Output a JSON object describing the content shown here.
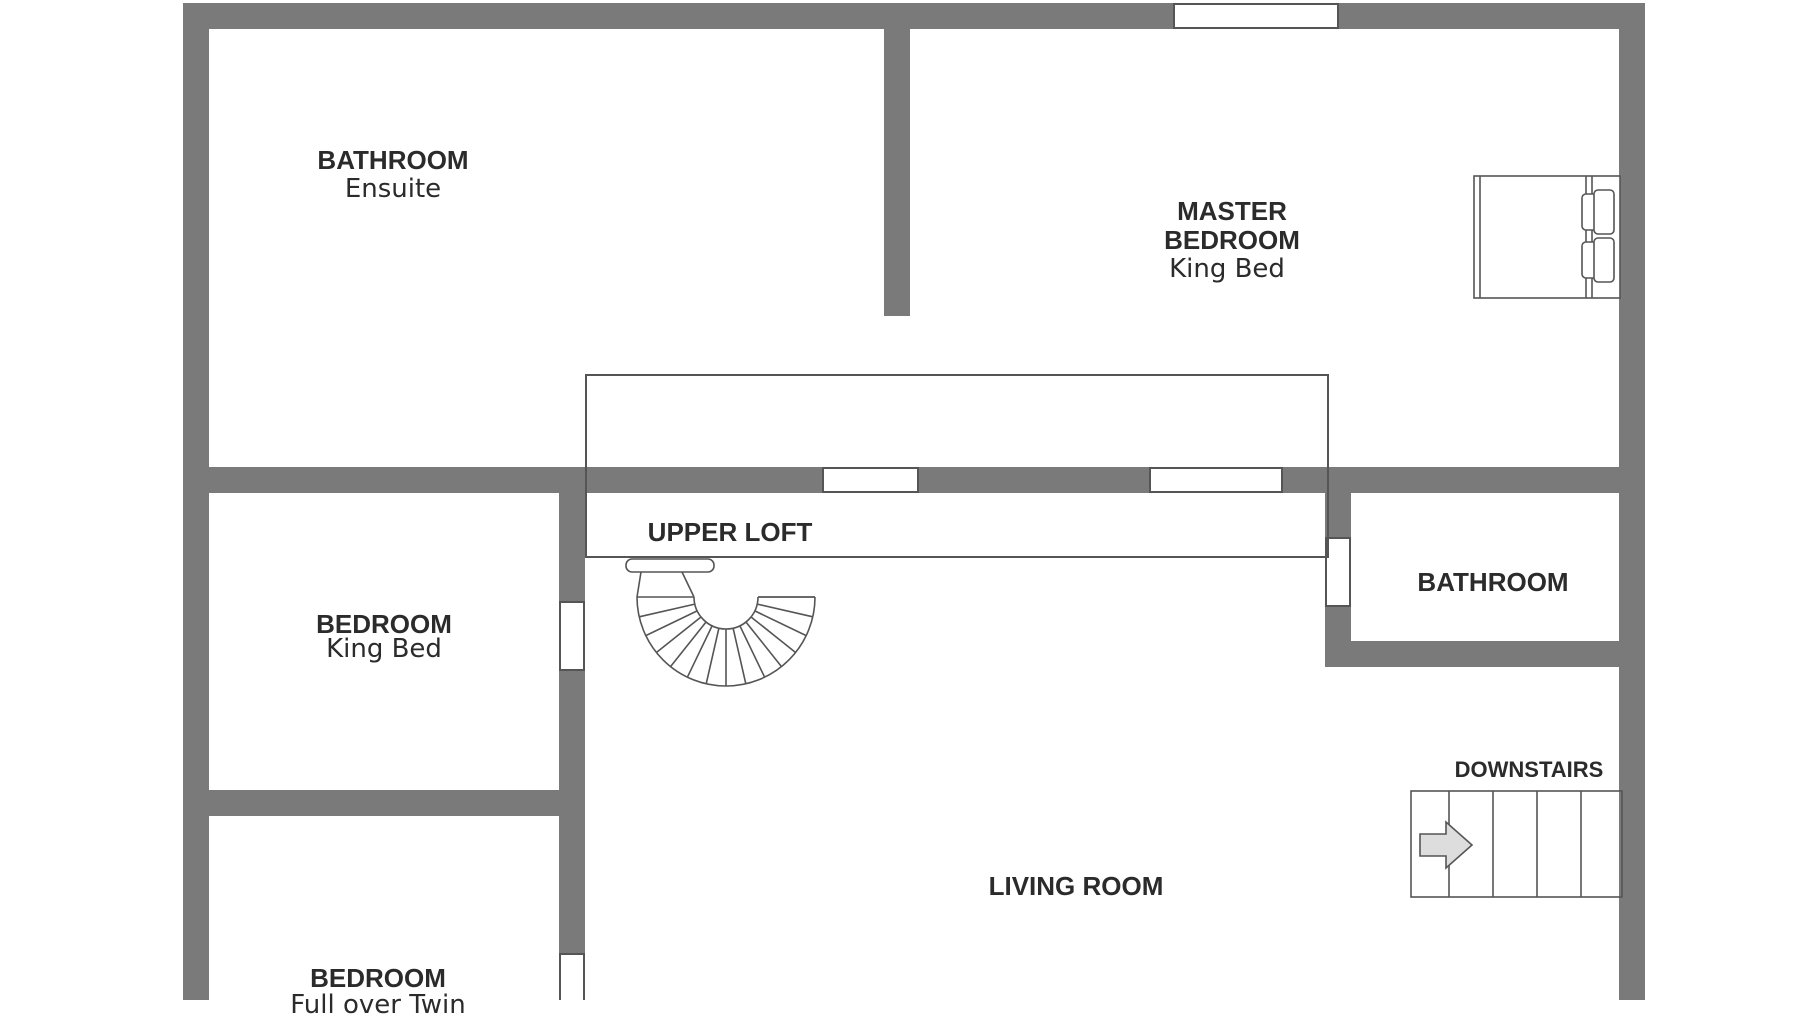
{
  "colors": {
    "wall": "#7a7a7a",
    "line": "#555555",
    "text": "#2b2b2b",
    "window_fill": "#ffffff"
  },
  "rooms": {
    "bathroom_ensuite": {
      "title": "BATHROOM",
      "subtitle": "Ensuite"
    },
    "master_bedroom": {
      "title": "MASTER BEDROOM",
      "subtitle": "King Bed"
    },
    "upper_loft": {
      "title": "UPPER LOFT"
    },
    "bathroom": {
      "title": "BATHROOM"
    },
    "bedroom_1": {
      "title": "BEDROOM",
      "subtitle": "King Bed"
    },
    "bedroom_2": {
      "title": "BEDROOM",
      "subtitle": "Full over Twin"
    },
    "living_room": {
      "title": "LIVING ROOM"
    },
    "downstairs": {
      "title": "DOWNSTAIRS"
    }
  },
  "icons": {
    "bed": "king-bed-icon",
    "spiral_stair": "spiral-staircase-icon",
    "straight_stair": "straight-staircase-icon",
    "arrow": "arrow-right-icon"
  }
}
